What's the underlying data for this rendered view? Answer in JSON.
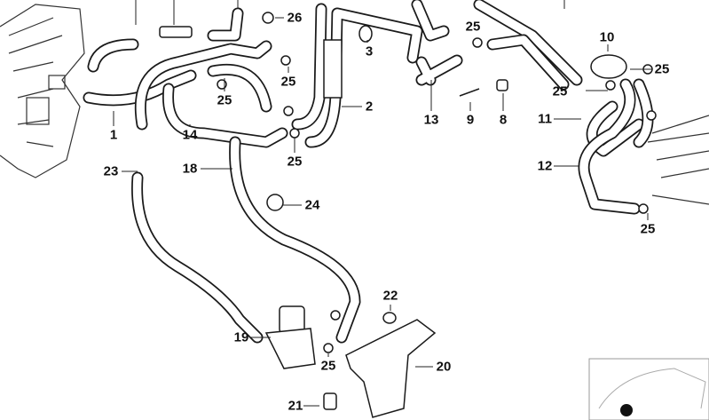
{
  "diagram": {
    "labels": [
      "26",
      "25",
      "3",
      "10",
      "25",
      "25",
      "2",
      "13",
      "9",
      "8",
      "11",
      "25",
      "25",
      "1",
      "14",
      "25",
      "12",
      "23",
      "18",
      "24",
      "25",
      "22",
      "19",
      "25",
      "20",
      "21"
    ]
  }
}
